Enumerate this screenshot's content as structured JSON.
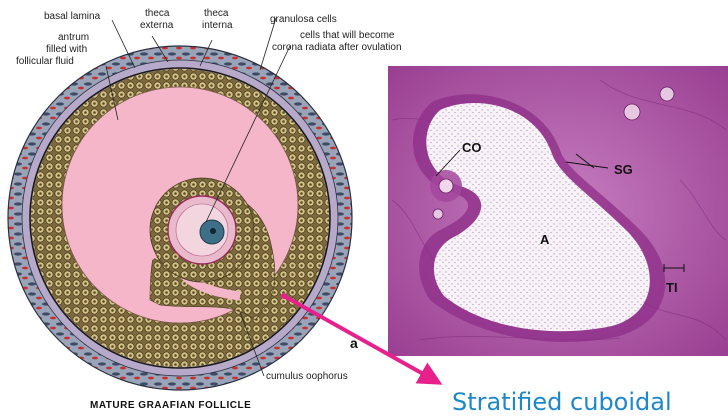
{
  "diagram": {
    "labels": {
      "basal_lamina": "basal lamina",
      "theca_externa_1": "theca",
      "theca_externa_2": "externa",
      "theca_interna_1": "theca",
      "theca_interna_2": "interna",
      "granulosa_cells": "granulosa cells",
      "corona_1": "cells that will become",
      "corona_2": "corona radiata after ovulation",
      "antrum_1": "antrum",
      "antrum_2": "filled with",
      "antrum_3": "follicular fluid",
      "cumulus_oophorus": "cumulus oophorus",
      "caption": "MATURE GRAAFIAN FOLLICLE"
    },
    "micrograph": {
      "label_co": "CO",
      "label_sg": "SG",
      "label_a": "A",
      "label_ti": "TI",
      "panel_letter": "a"
    },
    "annotation": {
      "text": "Stratified cuboidal"
    },
    "colors": {
      "antrum_fill": "#f4b6c8",
      "micrograph_tissue": "#b25aa8",
      "arrow": "#e8208c",
      "annotation_text": "#1e88c8"
    }
  }
}
